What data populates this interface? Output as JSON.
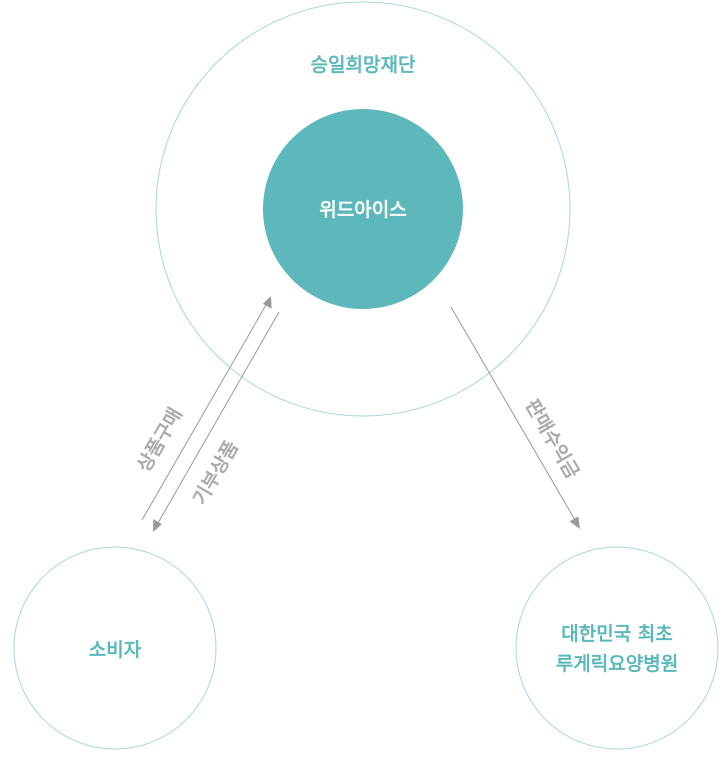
{
  "colors": {
    "accent": "#5cb8bb",
    "outline": "#a6d9d6",
    "arrow": "#999999",
    "arrow_label": "#aaaaaa"
  },
  "nodes": {
    "foundation": {
      "label": "승일희망재단"
    },
    "company": {
      "label": "위드아이스"
    },
    "consumer": {
      "label": "소비자"
    },
    "hospital": {
      "label_line1": "대한민국 최초",
      "label_line2": "루게릭요양병원"
    }
  },
  "flows": {
    "purchase": {
      "label": "상품구매"
    },
    "donation": {
      "label": "기부상품"
    },
    "proceeds": {
      "label": "판매수익금"
    }
  }
}
